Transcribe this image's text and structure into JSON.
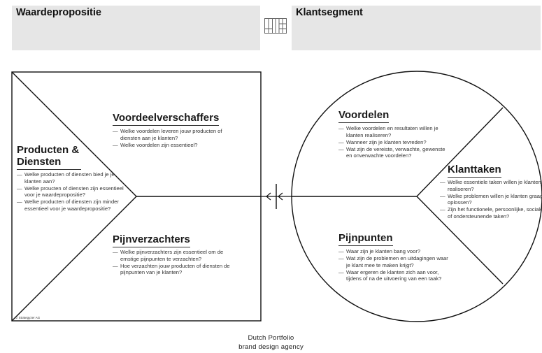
{
  "header": {
    "left_title": "Waardepropositie",
    "right_title": "Klantsegment"
  },
  "value_map": {
    "products": {
      "title_line1": "Producten &",
      "title_line2": "Diensten",
      "questions": [
        "Welke producten of diensten bied je je klanten aan?",
        "Welke proucten of diensten zijn essentieel voor je waardepropositie?",
        "Welke producten of diensten zijn minder essentieel voor je waardepropositie?"
      ]
    },
    "gain_creators": {
      "title": "Voordeelverschaffers",
      "questions": [
        "Welke voordelen leveren jouw producten of diensten aan je klanten?",
        "Welke voordelen zijn essentieel?"
      ]
    },
    "pain_relievers": {
      "title": "Pijnverzachters",
      "questions": [
        "Welke pijnverzachters zijn essentieel om de ernstige pijnpunten te verzachten?",
        "Hoe verzachten jouw producten of diensten de pijnpunten van je klanten?"
      ]
    },
    "copyright": "© Strategyzer AG"
  },
  "customer_profile": {
    "gains": {
      "title": "Voordelen",
      "questions": [
        "Welke voordelen en resultaten willen je klanten realiseren?",
        "Wanneer zijn je klanten tevreden?",
        "Wat zijn de vereiste, verwachte, gewenste en onverwachte voordelen?"
      ]
    },
    "jobs": {
      "title": "Klanttaken",
      "questions": [
        "Welke essentiele taken willen je klanten realiseren?",
        "Welke problemen willen je klanten graag oplossen?",
        "Zijn het functionele, persoonlijke, sociale of ondersteunende taken?"
      ]
    },
    "pains": {
      "title": "Pijnpunten",
      "questions": [
        "Waar zijn je klanten bang voor?",
        "Wat zijn de problemen en uitdagingen waar je klant mee te maken krijgt?",
        "Waar ergeren de klanten zich aan voor, tijdens of na de uitvoering van een taak?"
      ]
    }
  },
  "footer": {
    "line1": "Dutch Portfolio",
    "line2": "brand design agency"
  }
}
